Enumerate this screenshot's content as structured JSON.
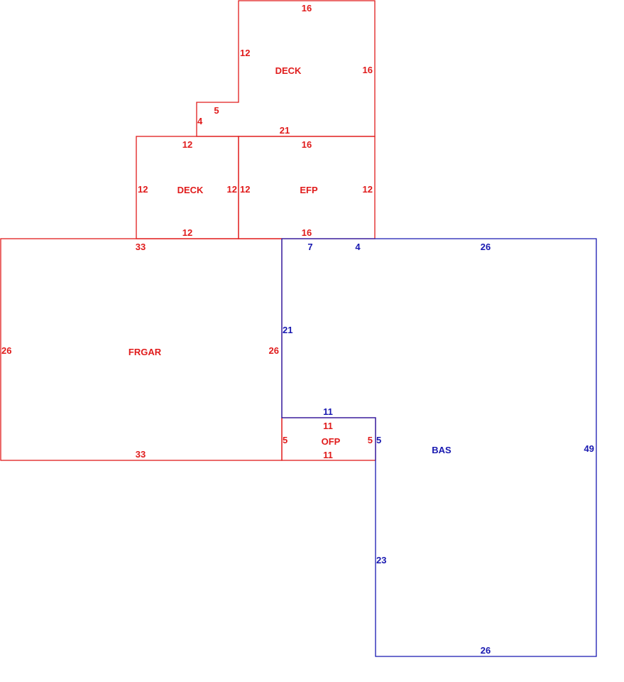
{
  "colors": {
    "attached": "#e01b1b",
    "main": "#1818b0"
  },
  "areas": {
    "deck_upper": {
      "name": "DECK",
      "dims": {
        "top": "16",
        "right": "16",
        "left": "12",
        "notch_top": "5",
        "notch_left": "4",
        "bottom": "21"
      }
    },
    "deck_lower": {
      "name": "DECK",
      "dims": {
        "top": "12",
        "left": "12",
        "right": "12",
        "bottom": "12"
      }
    },
    "efp": {
      "name": "EFP",
      "dims": {
        "top": "16",
        "left": "12",
        "right": "12",
        "bottom": "16"
      }
    },
    "frgar": {
      "name": "FRGAR",
      "dims": {
        "top": "33",
        "left": "26",
        "right": "26",
        "bottom": "33"
      }
    },
    "ofp": {
      "name": "OFP",
      "dims": {
        "top": "11",
        "left": "5",
        "right": "5",
        "bottom": "11"
      }
    },
    "bas": {
      "name": "BAS",
      "dims": {
        "top_a": "7",
        "top_b": "4",
        "top_c": "26",
        "left_upper": "21",
        "notch_top": "11",
        "notch_side": "5",
        "left_lower": "23",
        "right": "49",
        "bottom": "26"
      }
    }
  }
}
